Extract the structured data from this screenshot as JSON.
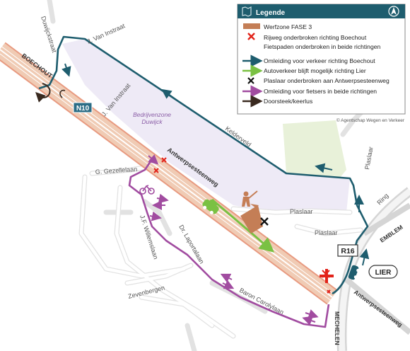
{
  "legend": {
    "title": "Legende",
    "items": [
      {
        "symbol": "brown-rect",
        "text": "Werfzone FASE 3"
      },
      {
        "symbol": "red-x",
        "text": "Rijweg onderbroken richting Boechout"
      },
      {
        "symbol": "none",
        "text": "Fietspaden onderbroken in beide richtingen"
      },
      {
        "symbol": "teal-arrow",
        "text": "Omleiding voor verkeer richting Boechout"
      },
      {
        "symbol": "green-arrow",
        "text": "Autoverkeer blijft mogelijk richting Lier"
      },
      {
        "symbol": "black-x",
        "text": "Plaslaar onderbroken aan Antwerpsesteenweg"
      },
      {
        "symbol": "purple-arrow",
        "text": "Omleiding voor fietsers in beide richtingen"
      },
      {
        "symbol": "brown-arrow",
        "text": "Doorsteek/keerlus"
      }
    ]
  },
  "credit": "© Agentschap Wegen en Verkeer",
  "colors": {
    "teal": "#1e5d6e",
    "green": "#7ac143",
    "purple": "#a14ca0",
    "brown": "#c47e56",
    "red": "#e2231a",
    "roadFill": "#f0cbb4",
    "roadEdge": "#e89a80",
    "zone": "#eeeaf6",
    "park": "#e8f1d9"
  },
  "labels": {
    "boechout": "BOECHOUT",
    "n10": "N10",
    "r16": "R16",
    "lier": "LIER",
    "emblem": "EMBLEM",
    "mechelen": "MECHELEN",
    "duwijckstraat": "Duwijckstraat",
    "j_van_instraat_1": "J. Van Instraat",
    "j_van_instraat_2": "J. Van Instraat",
    "bedrijvenzone": "Bedrijvenzone",
    "duwijck": "Duwijck",
    "kelderveld": "Kelderveld",
    "plaslaar_v": "Plaslaar",
    "ring": "Ring",
    "antwerpsesteenweg_1": "Antwerpsesteenweg",
    "antwerpsesteenweg_2": "Antwerpsesteenweg",
    "g_gezellelaan": "G. Gezellelaan",
    "plaslaar_1": "Plaslaar",
    "plaslaar_2": "Plaslaar",
    "jf_willemslaan": "J.F. Willemslaan",
    "dr_laportalaan": "Dr. Laportalaan",
    "zevenbergen": "Zevenbergen",
    "baron_carolylaan": "Baron Carolylaan"
  }
}
